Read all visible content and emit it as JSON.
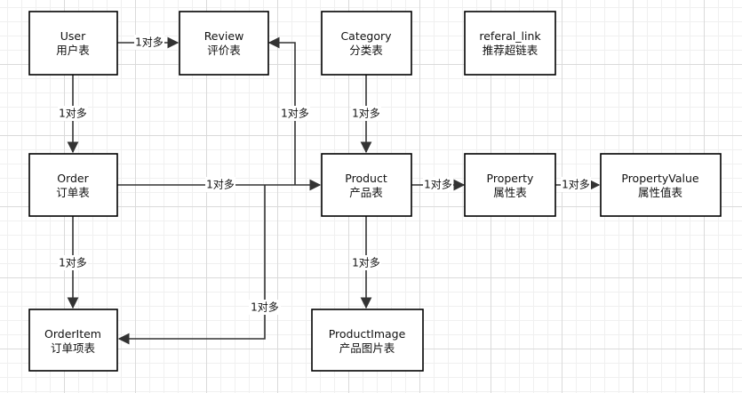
{
  "nodes": {
    "user": {
      "name": "User",
      "subtitle": "用户表"
    },
    "review": {
      "name": "Review",
      "subtitle": "评价表"
    },
    "category": {
      "name": "Category",
      "subtitle": "分类表"
    },
    "referal_link": {
      "name": "referal_link",
      "subtitle": "推荐超链表"
    },
    "order": {
      "name": "Order",
      "subtitle": "订单表"
    },
    "product": {
      "name": "Product",
      "subtitle": "产品表"
    },
    "property": {
      "name": "Property",
      "subtitle": "属性表"
    },
    "propertyvalue": {
      "name": "PropertyValue",
      "subtitle": "属性值表"
    },
    "orderitem": {
      "name": "OrderItem",
      "subtitle": "订单项表"
    },
    "productimage": {
      "name": "ProductImage",
      "subtitle": "产品图片表"
    }
  },
  "edges": {
    "user_review": {
      "from": "User",
      "to": "Review",
      "label": "1对多"
    },
    "user_order": {
      "from": "User",
      "to": "Order",
      "label": "1对多"
    },
    "product_review": {
      "from": "Product",
      "to": "Review",
      "label": "1对多"
    },
    "category_product": {
      "from": "Category",
      "to": "Product",
      "label": "1对多"
    },
    "order_product": {
      "from": "Order",
      "to": "Product",
      "label": "1对多"
    },
    "product_property": {
      "from": "Product",
      "to": "Property",
      "label": "1对多"
    },
    "property_propertyvalue": {
      "from": "Property",
      "to": "PropertyValue",
      "label": "1对多"
    },
    "order_orderitem": {
      "from": "Order",
      "to": "OrderItem",
      "label": "1对多"
    },
    "product_productimage": {
      "from": "Product",
      "to": "ProductImage",
      "label": "1对多"
    },
    "product_orderitem": {
      "from": "Product",
      "to": "OrderItem",
      "label": "1对多"
    }
  }
}
